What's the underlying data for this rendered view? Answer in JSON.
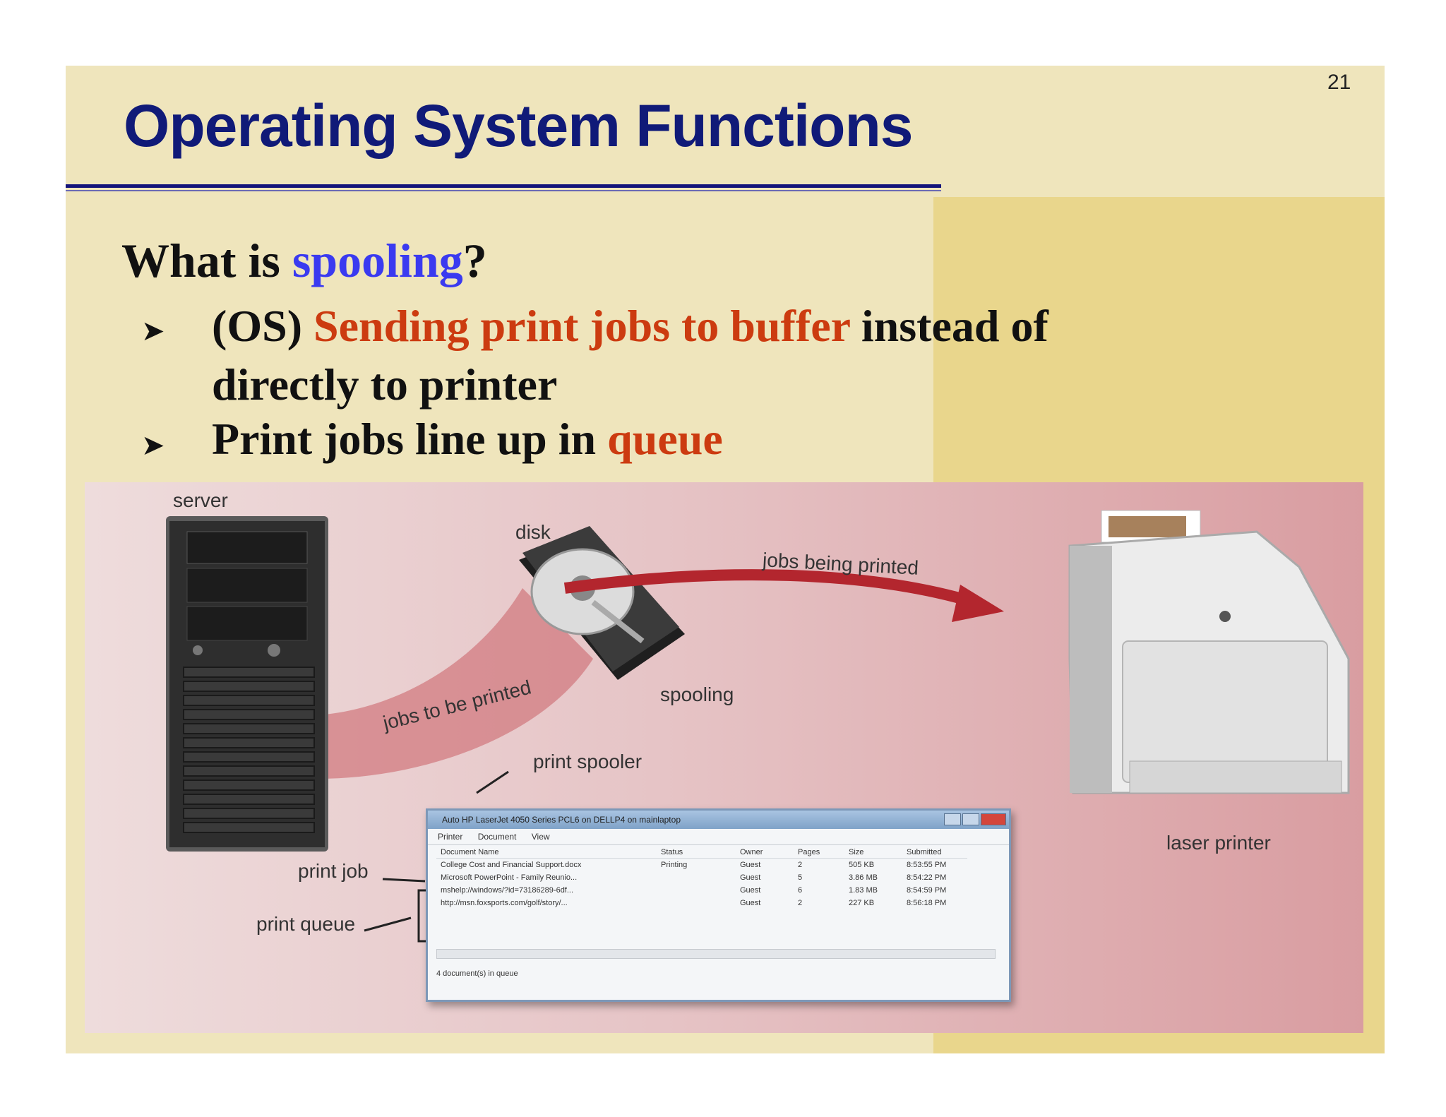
{
  "slide": {
    "number": "21",
    "title": "Operating System Functions",
    "question": {
      "prefix": "What is ",
      "keyword": "spooling",
      "suffix": "?"
    },
    "bullets": [
      {
        "prefix": "(OS) ",
        "highlight": "Sending print jobs to buffer",
        "suffix": " instead of directly to printer"
      },
      {
        "prefix": "Print jobs line up in ",
        "highlight": "queue",
        "suffix": ""
      }
    ],
    "colors": {
      "title": "#101a78",
      "keyword": "#3a3af0",
      "highlight": "#cc3b10",
      "background": "#efe5bc"
    }
  },
  "figure": {
    "labels": {
      "server": "server",
      "disk": "disk",
      "jobs_being_printed": "jobs being printed",
      "jobs_to_be_printed": "jobs to be printed",
      "spooling": "spooling",
      "print_spooler": "print spooler",
      "print_job": "print job",
      "print_queue": "print queue",
      "laser_printer": "laser printer"
    },
    "spooler_window": {
      "title": "Auto HP LaserJet 4050 Series PCL6 on DELLP4 on mainlaptop",
      "menu": [
        "Printer",
        "Document",
        "View"
      ],
      "columns": [
        "Document Name",
        "Status",
        "Owner",
        "Pages",
        "Size",
        "Submitted"
      ],
      "rows": [
        [
          "College Cost and Financial Support.docx",
          "Printing",
          "Guest",
          "2",
          "505 KB",
          "8:53:55 PM"
        ],
        [
          "Microsoft PowerPoint - Family Reunio...",
          "",
          "Guest",
          "5",
          "3.86 MB",
          "8:54:22 PM"
        ],
        [
          "mshelp://windows/?id=73186289-6df...",
          "",
          "Guest",
          "6",
          "1.83 MB",
          "8:54:59 PM"
        ],
        [
          "http://msn.foxsports.com/golf/story/...",
          "",
          "Guest",
          "2",
          "227 KB",
          "8:56:18 PM"
        ]
      ],
      "status": "4 document(s) in queue"
    }
  }
}
